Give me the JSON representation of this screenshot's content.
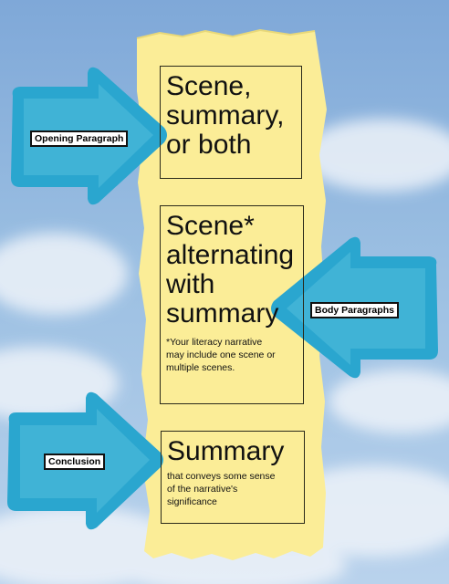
{
  "poster": {
    "paper_color": "#fbed97",
    "arrow_color": "#2aa6cf",
    "sky_color": "#8fb6de",
    "sections": [
      {
        "heading_lines": [
          "Scene,",
          "summary,",
          "or both"
        ]
      },
      {
        "heading_lines": [
          "Scene*",
          "alternating",
          "with",
          "summary"
        ],
        "note_lines": [
          "*Your literacy narrative",
          "may include one scene or",
          "multiple scenes."
        ]
      },
      {
        "heading_lines": [
          "Summary"
        ],
        "note_lines": [
          "that conveys some sense",
          "of the narrative's",
          "significance"
        ]
      }
    ],
    "arrows": [
      {
        "label": "Opening Paragraph",
        "direction": "right"
      },
      {
        "label": "Body Paragraphs",
        "direction": "left"
      },
      {
        "label": "Conclusion",
        "direction": "right"
      }
    ]
  }
}
